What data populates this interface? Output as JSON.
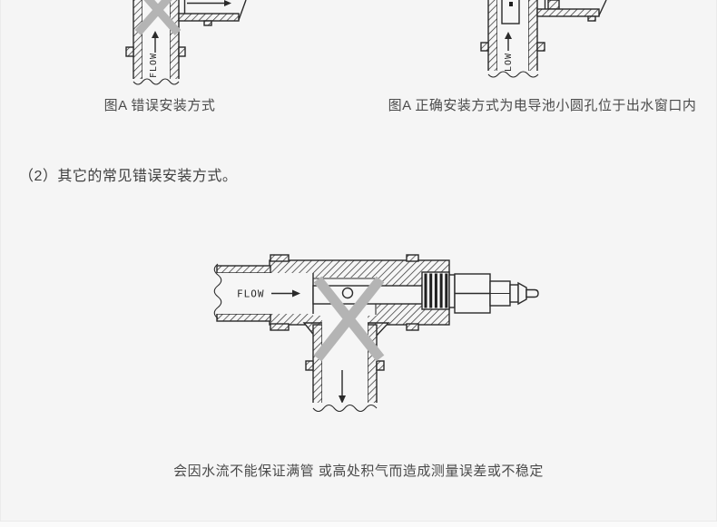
{
  "page": {
    "background_color": "#f5f5f5",
    "bottom_strip_color": "#fafafa"
  },
  "colors": {
    "line": "#2a2a2a",
    "cross_mark": "#b4b4b4",
    "caption_text": "#4a4a4a",
    "heading_text": "#3f3f3f",
    "diagram_fill": "#f6f6f6"
  },
  "section_heading": "（2）其它的常见错误安装方式。",
  "figure_top_left": {
    "flow_label": "FLOW",
    "caption": "图A 错误安装方式"
  },
  "figure_top_right": {
    "flow_label": "FLOW",
    "caption": "图A 正确安装方式为电导池小圆孔位于出水窗口内"
  },
  "figure_center": {
    "flow_label": "FLOW",
    "caption": "会因水流不能保证满管 或高处积气而造成测量误差或不稳定"
  }
}
